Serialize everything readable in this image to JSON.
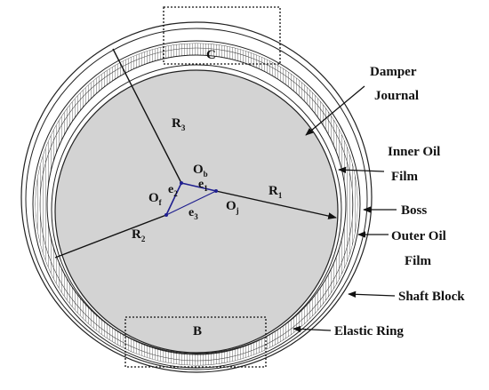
{
  "labels": {
    "damper_journal_1": "Damper",
    "damper_journal_2": "Journal",
    "inner_oil_film_1": "Inner Oil",
    "inner_oil_film_2": "Film",
    "boss": "Boss",
    "outer_oil_film_1": "Outer Oil",
    "outer_oil_film_2": "Film",
    "shaft_block": "Shaft  Block",
    "elastic_ring": "Elastic Ring",
    "region_c": "C",
    "region_b": "B"
  },
  "symbols": {
    "r1_main": "R",
    "r1_sub": "1",
    "r2_main": "R",
    "r2_sub": "2",
    "r3_main": "R",
    "r3_sub": "3",
    "ob_main": "O",
    "ob_sub": "b",
    "of_main": "O",
    "of_sub": "f",
    "oj_main": "O",
    "oj_sub": "j",
    "e1_main": "e",
    "e1_sub": "1",
    "e2_main": "e",
    "e2_sub": "2",
    "e3_main": "e",
    "e3_sub": "3"
  },
  "colors": {
    "journal_fill": "#d3d3d3",
    "line": "#1a1a1a",
    "eccentricity": "#1f1f8f"
  }
}
